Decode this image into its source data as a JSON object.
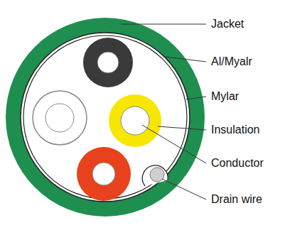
{
  "diagram": {
    "labels": [
      "Jacket",
      "Al/Myalr",
      "Mylar",
      "Insulation",
      "Conductor",
      "Drain wire"
    ]
  }
}
